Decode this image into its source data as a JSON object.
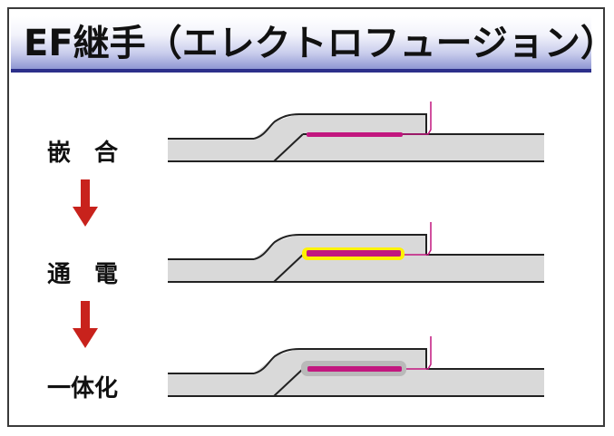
{
  "title": "EF継手（エレクトロフュージョン）",
  "steps": [
    {
      "label": "嵌　合",
      "state": "fit"
    },
    {
      "label": "通　電",
      "state": "energize"
    },
    {
      "label": "一体化",
      "state": "fused"
    }
  ],
  "colors": {
    "title_border": "#2c2f8a",
    "arrow": "#c8221c",
    "heating_wire": "#c2177f",
    "wire_glow": "#fff200",
    "pipe_fill": "#d9d9d9",
    "outline": "#222222"
  },
  "icons": {
    "arrow": "down-arrow-icon"
  }
}
